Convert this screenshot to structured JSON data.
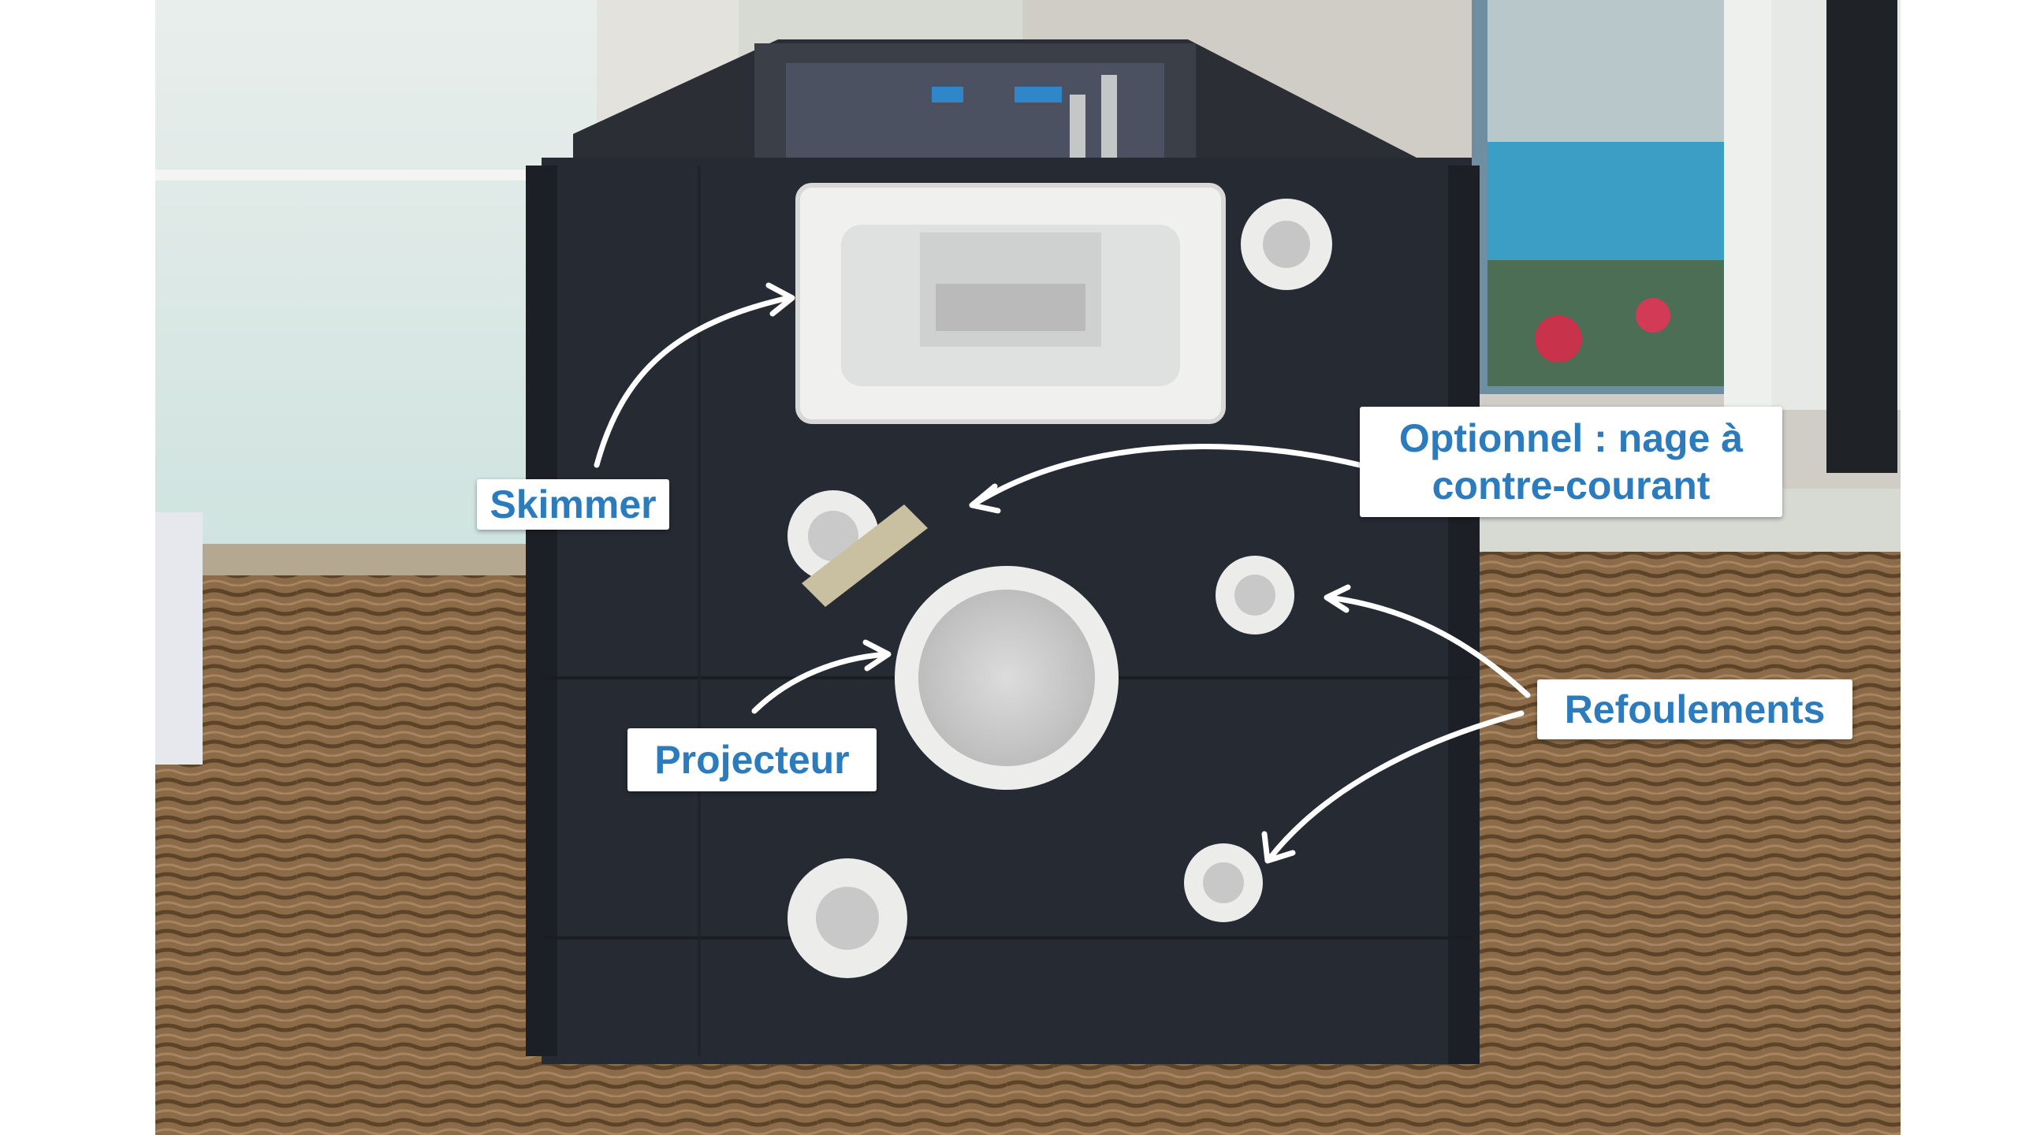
{
  "labels": {
    "skimmer": "Skimmer",
    "optionnel_line1": "Optionnel : nage à",
    "optionnel_line2": "contre-courant",
    "projecteur": "Projecteur",
    "refoulements": "Refoulements"
  },
  "colors": {
    "label_text": "#2b7bbd",
    "label_background": "#ffffff",
    "arrow": "#ffffff",
    "panel": "#262a33",
    "carpet": "#8a6a47"
  }
}
